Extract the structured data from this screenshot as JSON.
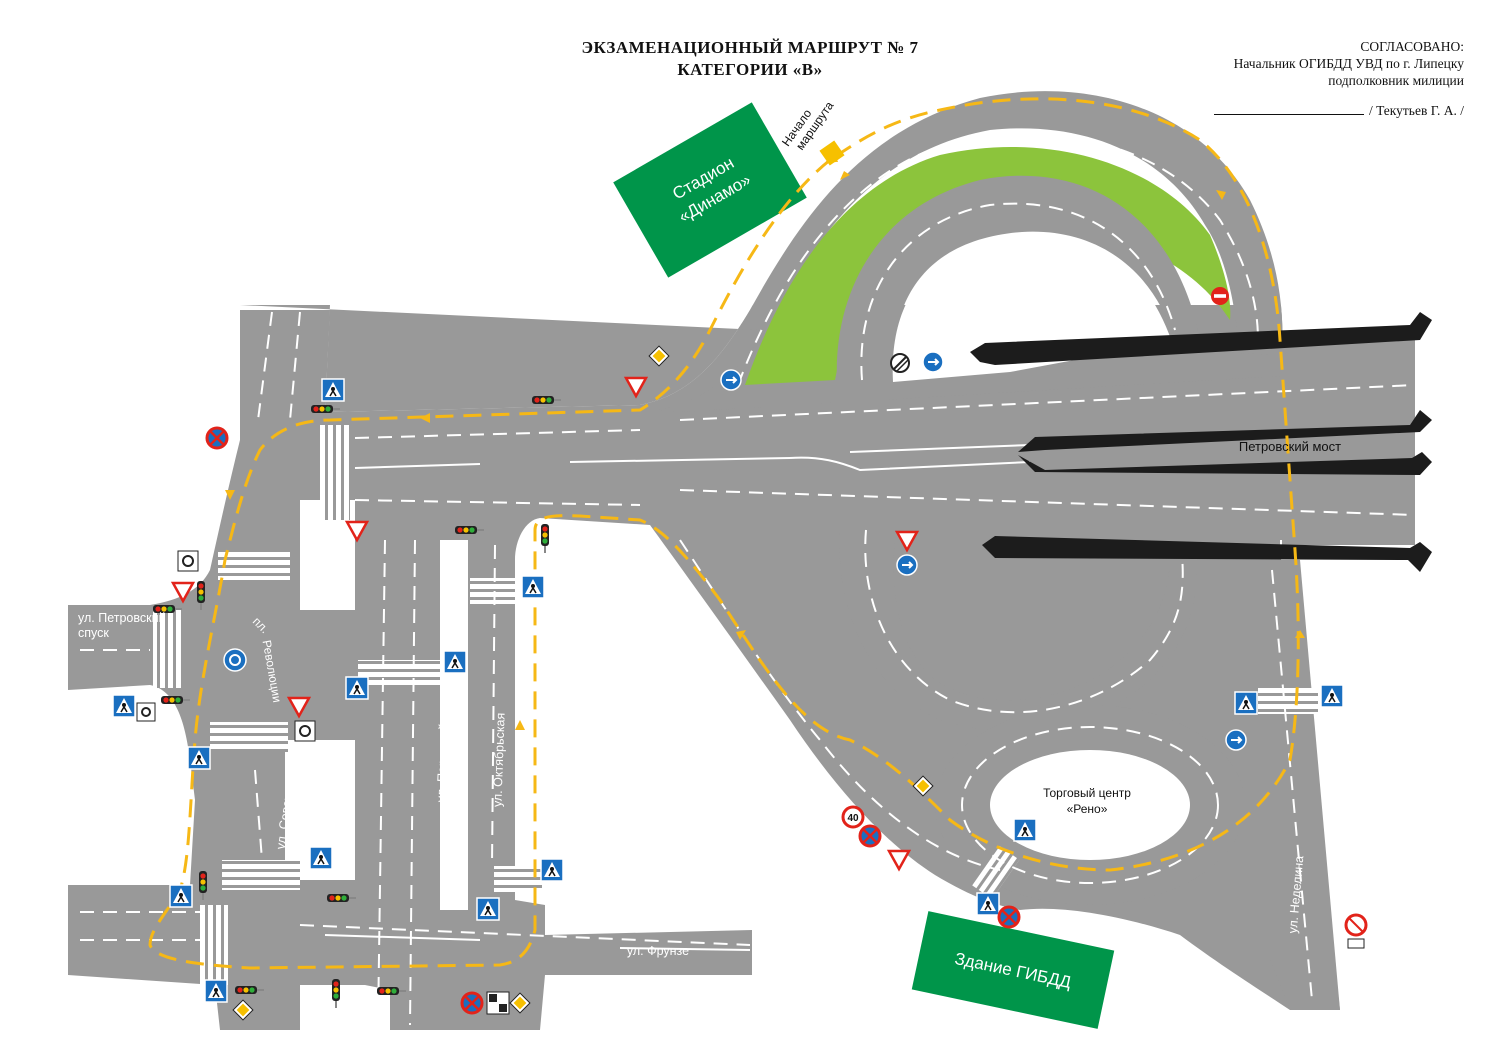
{
  "header": {
    "title_line1": "ЭКЗАМЕНАЦИОННЫЙ МАРШРУТ № 7",
    "title_line2": "КАТЕГОРИИ «В»",
    "approval_line1": "СОГЛАСОВАНО:",
    "approval_line2": "Начальник ОГИБДД УВД по г. Липецку",
    "approval_line3": "подполковник милиции",
    "signature_name": "/ Текутьев Г. А. /"
  },
  "landmarks": {
    "stadium_line1": "Стадион",
    "stadium_line2": "«Динамо»",
    "start_line1": "Начало",
    "start_line2": "маршрута",
    "gibdd": "Здание ГИБДД",
    "mall_line1": "Торговый центр",
    "mall_line2": "«Рено»",
    "bridge": "Петровский мост",
    "square_line1": "пл.",
    "square_line2": "Революции"
  },
  "streets": {
    "petrovsky_line1": "ул. Петровский",
    "petrovsky_line2": "спуск",
    "sovetskaya": "ул. Советская",
    "pervomayskaya": "ул. Первомайская",
    "oktyabrskaya": "ул. Октябрьская",
    "frunze": "ул. Фрунзе",
    "nedelina": "ул. Неделина"
  },
  "signs": {
    "speed_limit": "40"
  },
  "colors": {
    "road": "#999999",
    "road_edge": "#8a8a8a",
    "grass": "#8cc43c",
    "building": "#00954a",
    "route": "#f6b816",
    "bridge_rail": "#1c1c1c",
    "sign_blue": "#1a6fc0",
    "sign_red": "#e2231a"
  }
}
